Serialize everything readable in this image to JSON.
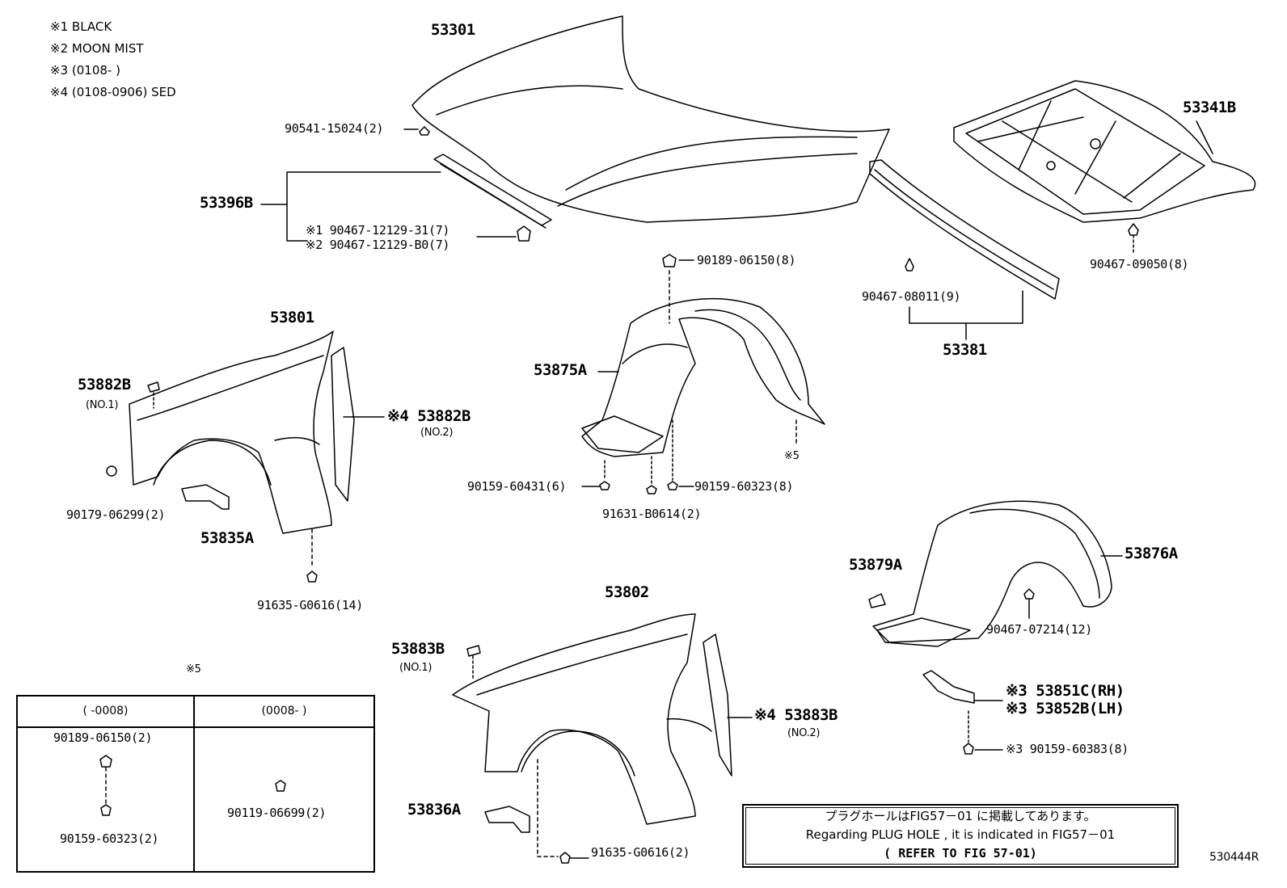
{
  "legend": [
    {
      "mark": "※1",
      "text": "BLACK"
    },
    {
      "mark": "※2",
      "text": "MOON MIST"
    },
    {
      "mark": "※3",
      "text": "(0108-      )"
    },
    {
      "mark": "※4",
      "text": "(0108-0906) SED"
    }
  ],
  "parts": {
    "p53301": "53301",
    "p90541": "90541-15024(2)",
    "p53396b": "53396B",
    "p90467_31": "※1 90467-12129-31(7)",
    "p90467_b0": "※2 90467-12129-B0(7)",
    "p53341b": "53341B",
    "p90467_09050": "90467-09050(8)",
    "p90467_08011": "90467-08011(9)",
    "p53381": "53381",
    "p90189_8": "90189-06150(8)",
    "p53875a": "53875A",
    "p5_mark": "※5",
    "p90159_60431": "90159-60431(6)",
    "p90159_60323_8": "90159-60323(8)",
    "p91631": "91631-B0614(2)",
    "p53801": "53801",
    "p53882b_1": "53882B",
    "p53882b_1_sub": "(NO.1)",
    "p53882b_2": "※4 53882B",
    "p53882b_2_sub": "(NO.2)",
    "p90179": "90179-06299(2)",
    "p53835a": "53835A",
    "p91635_14": "91635-G0616(14)",
    "p53879a": "53879A",
    "p53876a": "53876A",
    "p90467_07214": "90467-07214(12)",
    "p53851c": "※3 53851C(RH)",
    "p53852b": "※3 53852B(LH)",
    "p90159_60383": "※3 90159-60383(8)",
    "p53802": "53802",
    "p53883b_1": "53883B",
    "p53883b_1_sub": "(NO.1)",
    "p53883b_2": "※4 53883B",
    "p53883b_2_sub": "(NO.2)",
    "p53836a": "53836A",
    "p91635_2": "91635-G0616(2)"
  },
  "table": {
    "title": "※5",
    "col1_header": "(        -0008)",
    "col2_header": "(0008-        )",
    "col1_part_a": "90189-06150(2)",
    "col1_part_b": "90159-60323(2)",
    "col2_part": "90119-06699(2)"
  },
  "note": {
    "line1": "プラグホールはFIG57－01 に掲載してあります。",
    "line2": "Regarding  PLUG HOLE  , it is  indicated  in  FIG57－01",
    "line3": "( REFER TO FIG 57-01)"
  },
  "diagram_id": "530444R"
}
